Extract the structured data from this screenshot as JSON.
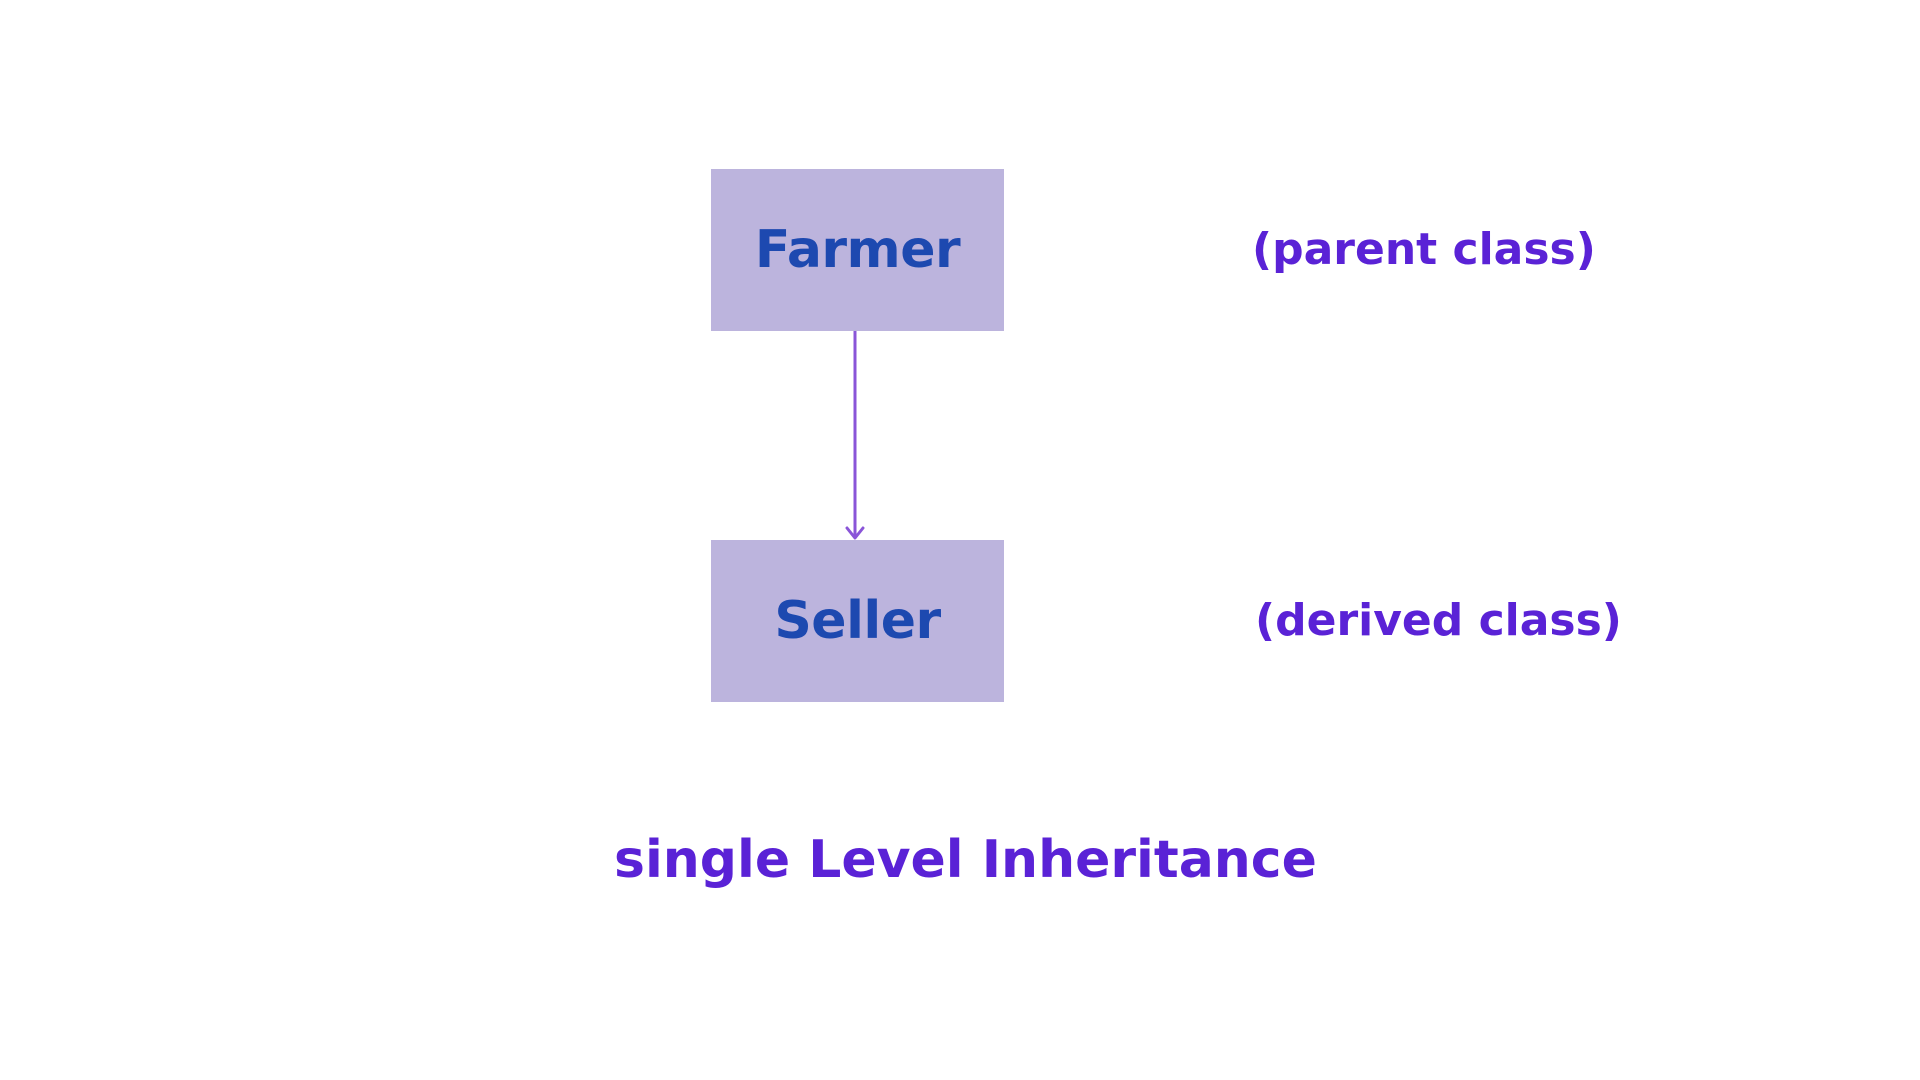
{
  "diagram": {
    "parent": {
      "name": "Farmer",
      "role": "(parent class)"
    },
    "derived": {
      "name": "Seller",
      "role": "(derived class)"
    },
    "caption": "single Level Inheritance"
  },
  "colors": {
    "box_fill": "#bcb4dd",
    "box_text": "#1d49b0",
    "label_text": "#5a22d6",
    "arrow": "#8a55d8"
  }
}
